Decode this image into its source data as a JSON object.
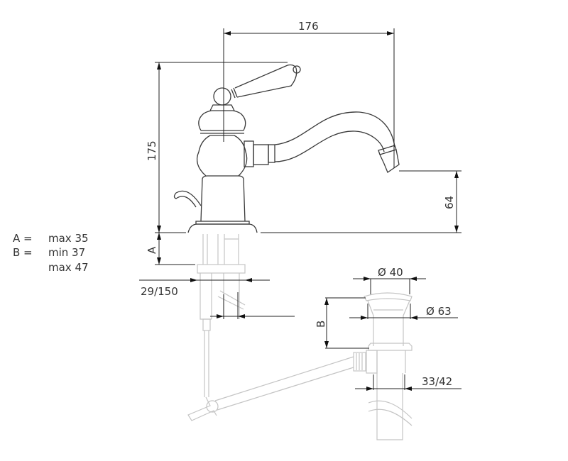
{
  "dimensions": {
    "spout_reach": "176",
    "total_height": "175",
    "spout_height": "64",
    "label_a": "A",
    "label_b": "B",
    "hole_diameter": "29/150",
    "waste_top_diameter": "Ø 40",
    "waste_flange_diameter": "Ø 63",
    "waste_pipe_diameter": "33/42"
  },
  "legend": [
    {
      "key": "A =",
      "values": [
        "max 35"
      ]
    },
    {
      "key": "B =",
      "values": [
        "min 37",
        "max 47"
      ]
    }
  ],
  "colors": {
    "faucet": "#3a3a3a",
    "plumbing": "#c4c4c4",
    "dimension": "#222222"
  }
}
